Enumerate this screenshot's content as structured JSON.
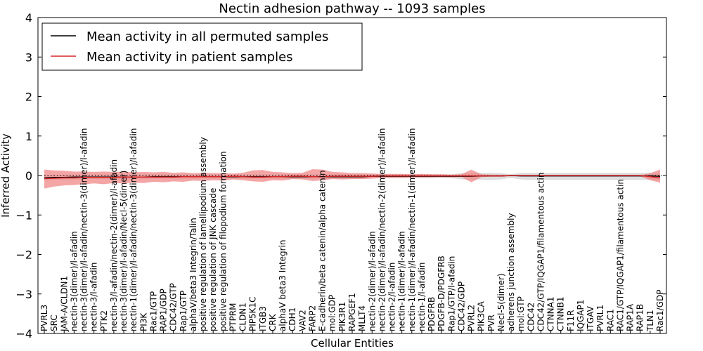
{
  "chart_data": {
    "type": "line",
    "title": "Nectin adhesion pathway -- 1093 samples",
    "xlabel": "Cellular Entities",
    "ylabel": "Inferred Activity",
    "ylim": [
      -4,
      4
    ],
    "yticks": [
      -4,
      -3,
      -2,
      -1,
      0,
      1,
      2,
      3,
      4
    ],
    "grid": false,
    "legend_placement": "top-left",
    "colors": {
      "permuted": "#000000",
      "patient": "#d62728",
      "patient_band": "#f08080",
      "permuted_band": "#c8c8c8",
      "zero_line": "#000000"
    },
    "categories": [
      "PVRL3",
      "SRC",
      "JAM-A/CLDN1",
      "nectin-3(dimer)/l-afadin",
      "nectin-3(dimer)/l-afadin/nectin-3(dimer)/l-afadin",
      "nectin-3/l-afadin",
      "PTK2",
      "nectin-3/l-afadin/nectin-2(dimer)/l-afadin",
      "nectin-3(dimer)/l-afadin/Necl-5(dimer)",
      "nectin-1(dimer)/l-afadin/nectin-3(dimer)/l-afadin",
      "PI3K",
      "Rac1/GTP",
      "RAP1/GDP",
      "CDC42/GTP",
      "Rap1/GTP",
      "alphaV/beta3 Integrin/Talin",
      "positive regulation of lamellipodium assembly",
      "positive regulation of JNK cascade",
      "positive regulation of filopodium formation",
      "PTPRM",
      "CLDN1",
      "PIP5K1C",
      "ITGB3",
      "CRK",
      "alphaV beta3 Integrin",
      "CDH1",
      "VAV2",
      "FARP2",
      "E-cadherin/beta catenin/alpha catenin",
      "mol:GDP",
      "PIK3R1",
      "RAPGEF1",
      "MLLT4",
      "nectin-2(dimer)/l-afadin",
      "nectin-2(dimer)/l-afadin/nectin-2(dimer)/l-afadin",
      "nectin-2/l-afadin",
      "nectin-1(dimer)/l-afadin",
      "nectin-1(dimer)/l-afadin/nectin-1(dimer)/l-afadin",
      "nectin-1/l-afadin",
      "PDGFRB",
      "PDGFB-D/PDGFRB",
      "Rap1/GTP/l-afadin",
      "CDC42/GDP",
      "PVRL2",
      "PIK3CA",
      "PVR",
      "Necl-5(dimer)",
      "adherens junction assembly",
      "mol:GTP",
      "CDC42",
      "CDC42/GTP/IQGAP1/filamentous actin",
      "CTNNA1",
      "CTNNB1",
      "F11R",
      "IQGAP1",
      "ITGAV",
      "PVRL1",
      "RAC1",
      "RAC1/GTP/IQGAP1/filamentous actin",
      "RAP1A",
      "RAP1B",
      "TLN1",
      "Rac1/GDP"
    ],
    "series": [
      {
        "name": "Mean activity in all permuted samples",
        "values": [
          -0.06,
          -0.05,
          -0.05,
          -0.04,
          -0.04,
          -0.04,
          -0.04,
          -0.04,
          -0.04,
          -0.04,
          -0.04,
          -0.03,
          -0.03,
          -0.03,
          -0.03,
          -0.03,
          -0.03,
          -0.03,
          -0.03,
          -0.03,
          -0.03,
          -0.03,
          -0.03,
          -0.03,
          -0.03,
          -0.03,
          -0.03,
          -0.03,
          -0.03,
          -0.03,
          -0.03,
          -0.03,
          -0.03,
          -0.02,
          -0.02,
          -0.02,
          -0.02,
          -0.02,
          -0.02,
          -0.02,
          -0.02,
          -0.02,
          -0.02,
          -0.02,
          -0.01,
          -0.01,
          -0.01,
          0.0,
          -0.01,
          -0.01,
          -0.01,
          -0.01,
          -0.01,
          -0.01,
          -0.01,
          -0.01,
          -0.01,
          -0.01,
          -0.01,
          -0.01,
          -0.01,
          -0.01,
          -0.02
        ],
        "lower": [
          -0.12,
          -0.11,
          -0.1,
          -0.1,
          -0.09,
          -0.09,
          -0.09,
          -0.09,
          -0.09,
          -0.09,
          -0.09,
          -0.08,
          -0.08,
          -0.08,
          -0.08,
          -0.08,
          -0.08,
          -0.08,
          -0.08,
          -0.08,
          -0.08,
          -0.08,
          -0.08,
          -0.08,
          -0.08,
          -0.08,
          -0.08,
          -0.08,
          -0.08,
          -0.08,
          -0.08,
          -0.08,
          -0.08,
          -0.07,
          -0.07,
          -0.07,
          -0.07,
          -0.07,
          -0.07,
          -0.07,
          -0.07,
          -0.07,
          -0.1,
          -0.1,
          -0.11,
          -0.11,
          -0.1,
          -0.06,
          -0.1,
          -0.11,
          -0.11,
          -0.11,
          -0.11,
          -0.11,
          -0.11,
          -0.11,
          -0.11,
          -0.11,
          -0.11,
          -0.11,
          -0.11,
          -0.11,
          -0.12
        ],
        "upper": [
          0.02,
          0.02,
          0.02,
          0.03,
          0.03,
          0.03,
          0.03,
          0.03,
          0.03,
          0.03,
          0.03,
          0.03,
          0.03,
          0.03,
          0.03,
          0.03,
          0.03,
          0.03,
          0.03,
          0.03,
          0.03,
          0.03,
          0.03,
          0.03,
          0.03,
          0.03,
          0.03,
          0.03,
          0.03,
          0.03,
          0.03,
          0.03,
          0.03,
          0.03,
          0.03,
          0.03,
          0.03,
          0.03,
          0.03,
          0.03,
          0.03,
          0.03,
          0.06,
          0.07,
          0.07,
          0.07,
          0.06,
          0.03,
          0.07,
          0.07,
          0.07,
          0.07,
          0.07,
          0.07,
          0.07,
          0.07,
          0.07,
          0.07,
          0.07,
          0.07,
          0.07,
          0.07,
          0.06
        ]
      },
      {
        "name": "Mean activity in patient samples",
        "values": [
          -0.08,
          -0.07,
          -0.06,
          -0.06,
          -0.05,
          -0.05,
          -0.05,
          -0.05,
          -0.04,
          -0.04,
          -0.04,
          -0.04,
          -0.04,
          -0.04,
          -0.03,
          -0.03,
          -0.03,
          -0.03,
          -0.03,
          -0.02,
          -0.03,
          -0.04,
          -0.04,
          -0.03,
          -0.03,
          -0.02,
          -0.02,
          -0.03,
          -0.03,
          -0.02,
          -0.02,
          -0.02,
          -0.02,
          -0.02,
          -0.01,
          -0.01,
          -0.01,
          -0.01,
          -0.01,
          -0.01,
          -0.01,
          -0.01,
          -0.01,
          -0.01,
          -0.01,
          -0.01,
          -0.01,
          0.0,
          0.0,
          0.0,
          0.0,
          0.0,
          0.0,
          0.0,
          0.0,
          0.0,
          0.0,
          0.0,
          0.0,
          0.0,
          0.0,
          -0.03,
          -0.06
        ],
        "lower": [
          -0.33,
          -0.28,
          -0.25,
          -0.24,
          -0.22,
          -0.2,
          -0.22,
          -0.19,
          -0.2,
          -0.18,
          -0.19,
          -0.16,
          -0.17,
          -0.15,
          -0.16,
          -0.13,
          -0.14,
          -0.12,
          -0.13,
          -0.1,
          -0.12,
          -0.15,
          -0.16,
          -0.12,
          -0.13,
          -0.09,
          -0.1,
          -0.14,
          -0.12,
          -0.09,
          -0.1,
          -0.09,
          -0.09,
          -0.08,
          -0.06,
          -0.06,
          -0.06,
          -0.05,
          -0.05,
          -0.05,
          -0.04,
          -0.05,
          -0.04,
          -0.17,
          -0.04,
          -0.03,
          -0.03,
          -0.02,
          -0.02,
          -0.02,
          -0.02,
          -0.02,
          -0.02,
          -0.02,
          -0.02,
          -0.02,
          -0.02,
          -0.02,
          -0.02,
          -0.02,
          -0.02,
          -0.12,
          -0.18
        ],
        "upper": [
          0.15,
          0.13,
          0.12,
          0.1,
          0.1,
          0.09,
          0.1,
          0.09,
          0.1,
          0.08,
          0.09,
          0.08,
          0.09,
          0.07,
          0.08,
          0.06,
          0.07,
          0.06,
          0.06,
          0.05,
          0.07,
          0.13,
          0.14,
          0.09,
          0.08,
          0.06,
          0.07,
          0.16,
          0.15,
          0.09,
          0.08,
          0.06,
          0.06,
          0.05,
          0.04,
          0.04,
          0.04,
          0.03,
          0.04,
          0.03,
          0.03,
          0.02,
          0.03,
          0.15,
          0.03,
          0.02,
          0.02,
          0.01,
          0.01,
          0.01,
          0.01,
          0.01,
          0.01,
          0.01,
          0.01,
          0.01,
          0.01,
          0.01,
          0.01,
          0.01,
          0.01,
          0.06,
          0.15
        ]
      }
    ],
    "zero_reference": 0
  }
}
